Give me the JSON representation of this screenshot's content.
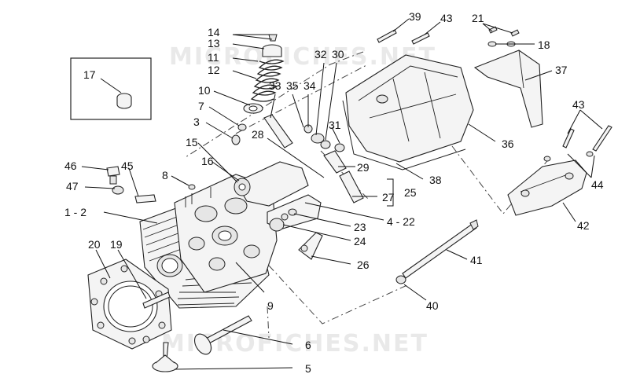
{
  "watermark": "MICROFICHES.NET",
  "callouts": {
    "c14": "14",
    "c13": "13",
    "c11": "11",
    "c12": "12",
    "c10": "10",
    "c7": "7",
    "c3": "3",
    "c15": "15",
    "c16": "16",
    "c8": "8",
    "c17": "17",
    "c46": "46",
    "c45": "45",
    "c47": "47",
    "c1_2": "1 - 2",
    "c20": "20",
    "c19": "19",
    "c33": "33",
    "c35": "35",
    "c34": "34",
    "c32": "32",
    "c30": "30",
    "c28": "28",
    "c31": "31",
    "c29": "29",
    "c27": "27",
    "c25": "25",
    "c4_22": "4 - 22",
    "c23": "23",
    "c24": "24",
    "c26": "26",
    "c9": "9",
    "c6": "6",
    "c5": "5",
    "c39": "39",
    "c43a": "43",
    "c21": "21",
    "c18": "18",
    "c37": "37",
    "c36": "36",
    "c38": "38",
    "c43b": "43",
    "c44": "44",
    "c42": "42",
    "c41": "41",
    "c40": "40"
  }
}
